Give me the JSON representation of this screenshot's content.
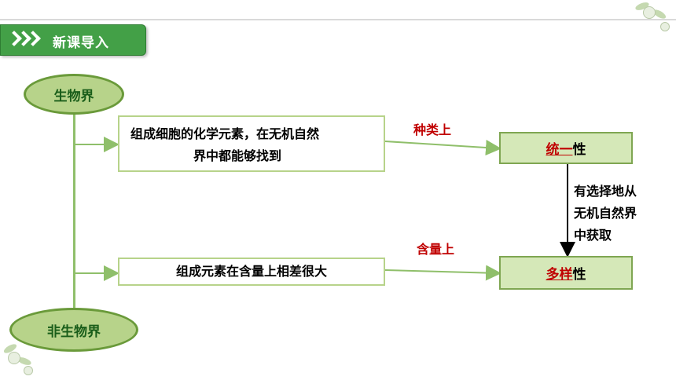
{
  "header": {
    "title": "新课导入"
  },
  "nodes": {
    "living": "生物界",
    "nonliving": "非生物界",
    "box1_line1": "组成细胞的化学元素，在无机自然",
    "box1_line2": "界中都能够找到",
    "box2": "组成元素在含量上相差很大"
  },
  "labels": {
    "kind": "种类上",
    "content": "含量上"
  },
  "results": {
    "unity_red": "统一",
    "unity_rest": "性",
    "diversity_red": "多样",
    "diversity_rest": "性"
  },
  "side_note": {
    "line1": "有选择地从",
    "line2": "无机自然界",
    "line3": "中获取"
  },
  "colors": {
    "header_green": "#43a047",
    "ellipse_fill": "#b7d38a",
    "highlight_red": "#c00000"
  }
}
